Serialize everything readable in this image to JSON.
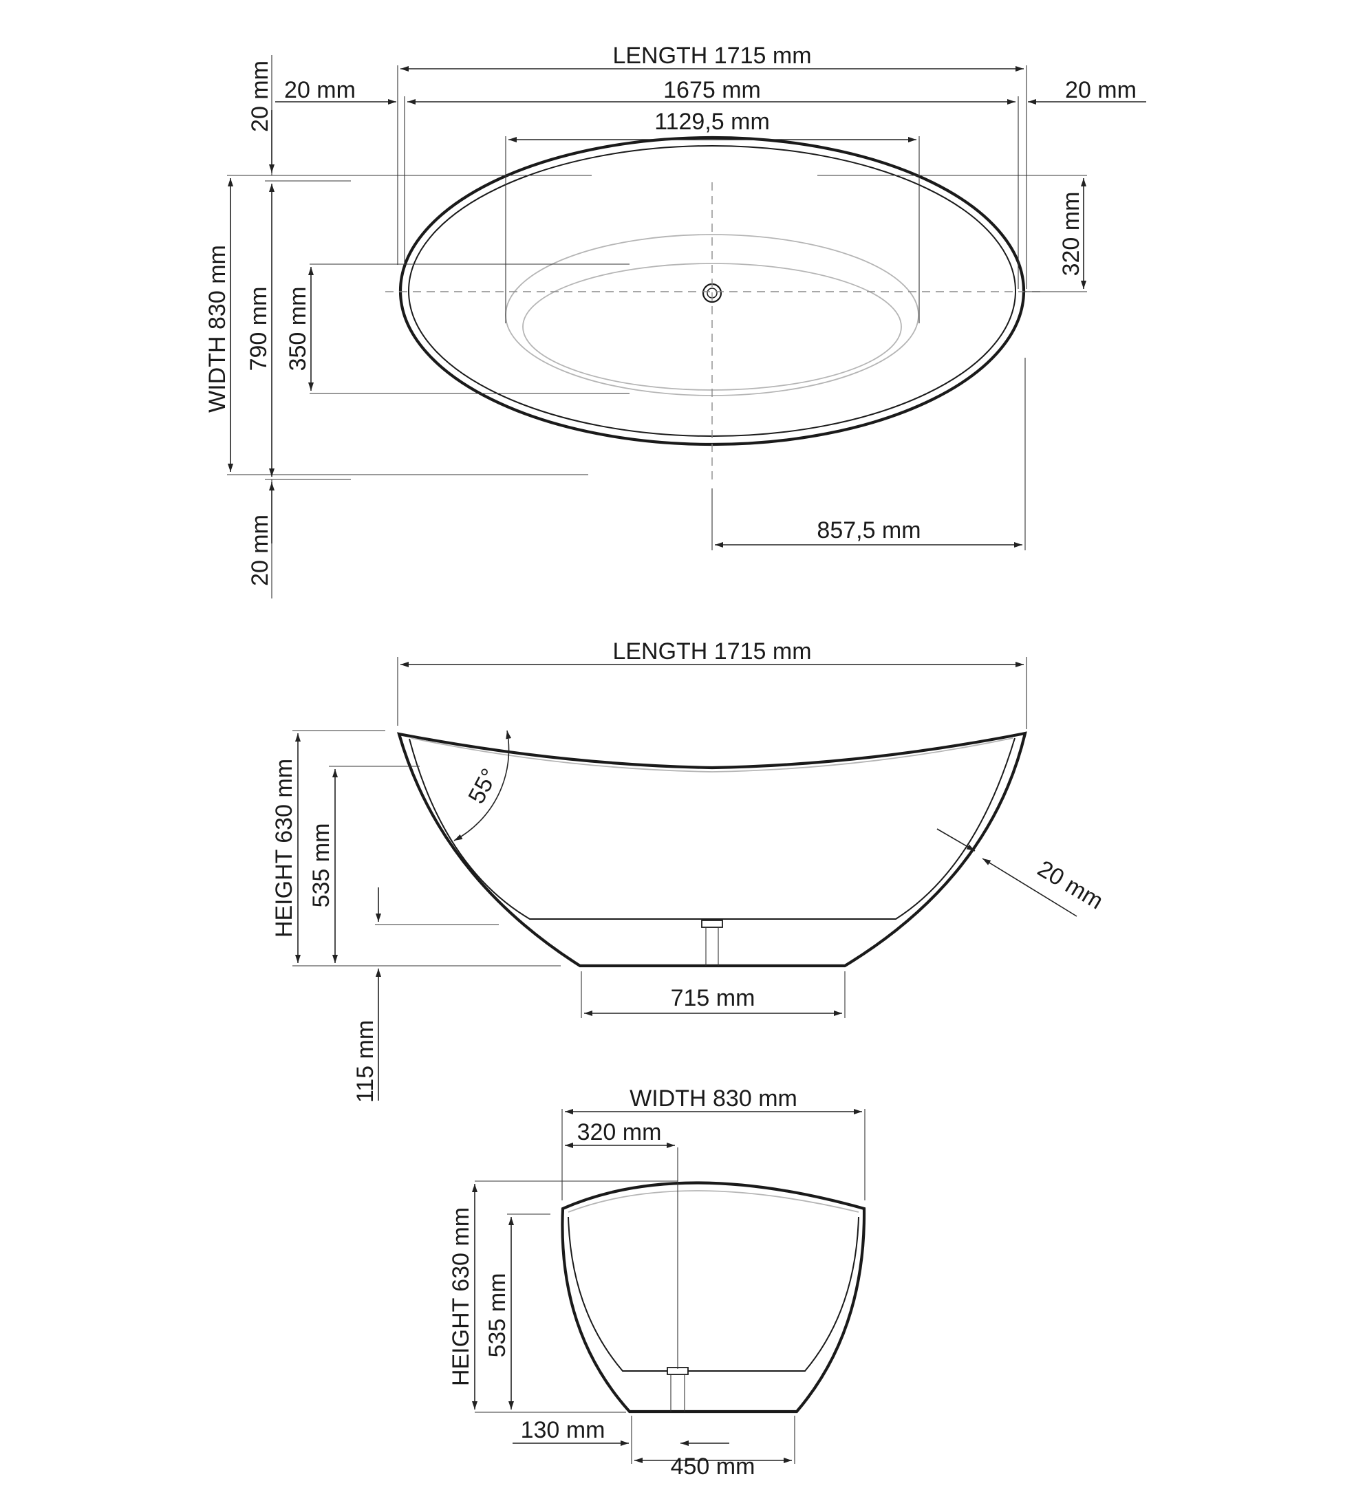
{
  "top_view": {
    "length": "LENGTH 1715 mm",
    "rim_left": "20 mm",
    "inner_length": "1675 mm",
    "rim_right": "20 mm",
    "basin_length": "1129,5 mm",
    "rim_top": "20 mm",
    "width": "WIDTH 830 mm",
    "inner_width": "790 mm",
    "basin_width": "350 mm",
    "drain_offset": "320 mm",
    "half_length": "857,5 mm",
    "rim_bottom": "20 mm"
  },
  "side_view": {
    "length": "LENGTH 1715 mm",
    "height": "HEIGHT 630 mm",
    "inner_height": "535 mm",
    "angle": "55°",
    "wall": "20 mm",
    "base_length": "715 mm",
    "plinth": "115 mm"
  },
  "end_view": {
    "width": "WIDTH 830 mm",
    "drain_offset": "320 mm",
    "height": "HEIGHT 630 mm",
    "inner_height": "535 mm",
    "base_offset": "130 mm",
    "base_width": "450 mm"
  }
}
